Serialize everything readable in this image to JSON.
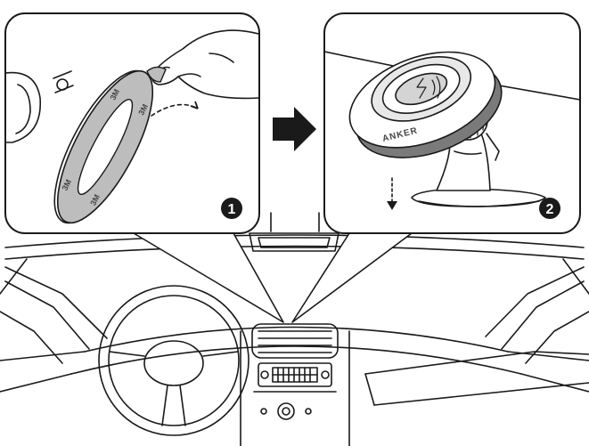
{
  "steps": [
    {
      "number": "1",
      "tape_text": "3M"
    },
    {
      "number": "2",
      "brand_text": "ANKER"
    }
  ],
  "colors": {
    "line": "#1a1a1a",
    "tape": "#bdbdbd",
    "tape_dark": "#8f8f8f",
    "badge": "#1a1a1a",
    "badge_text": "#ffffff"
  }
}
